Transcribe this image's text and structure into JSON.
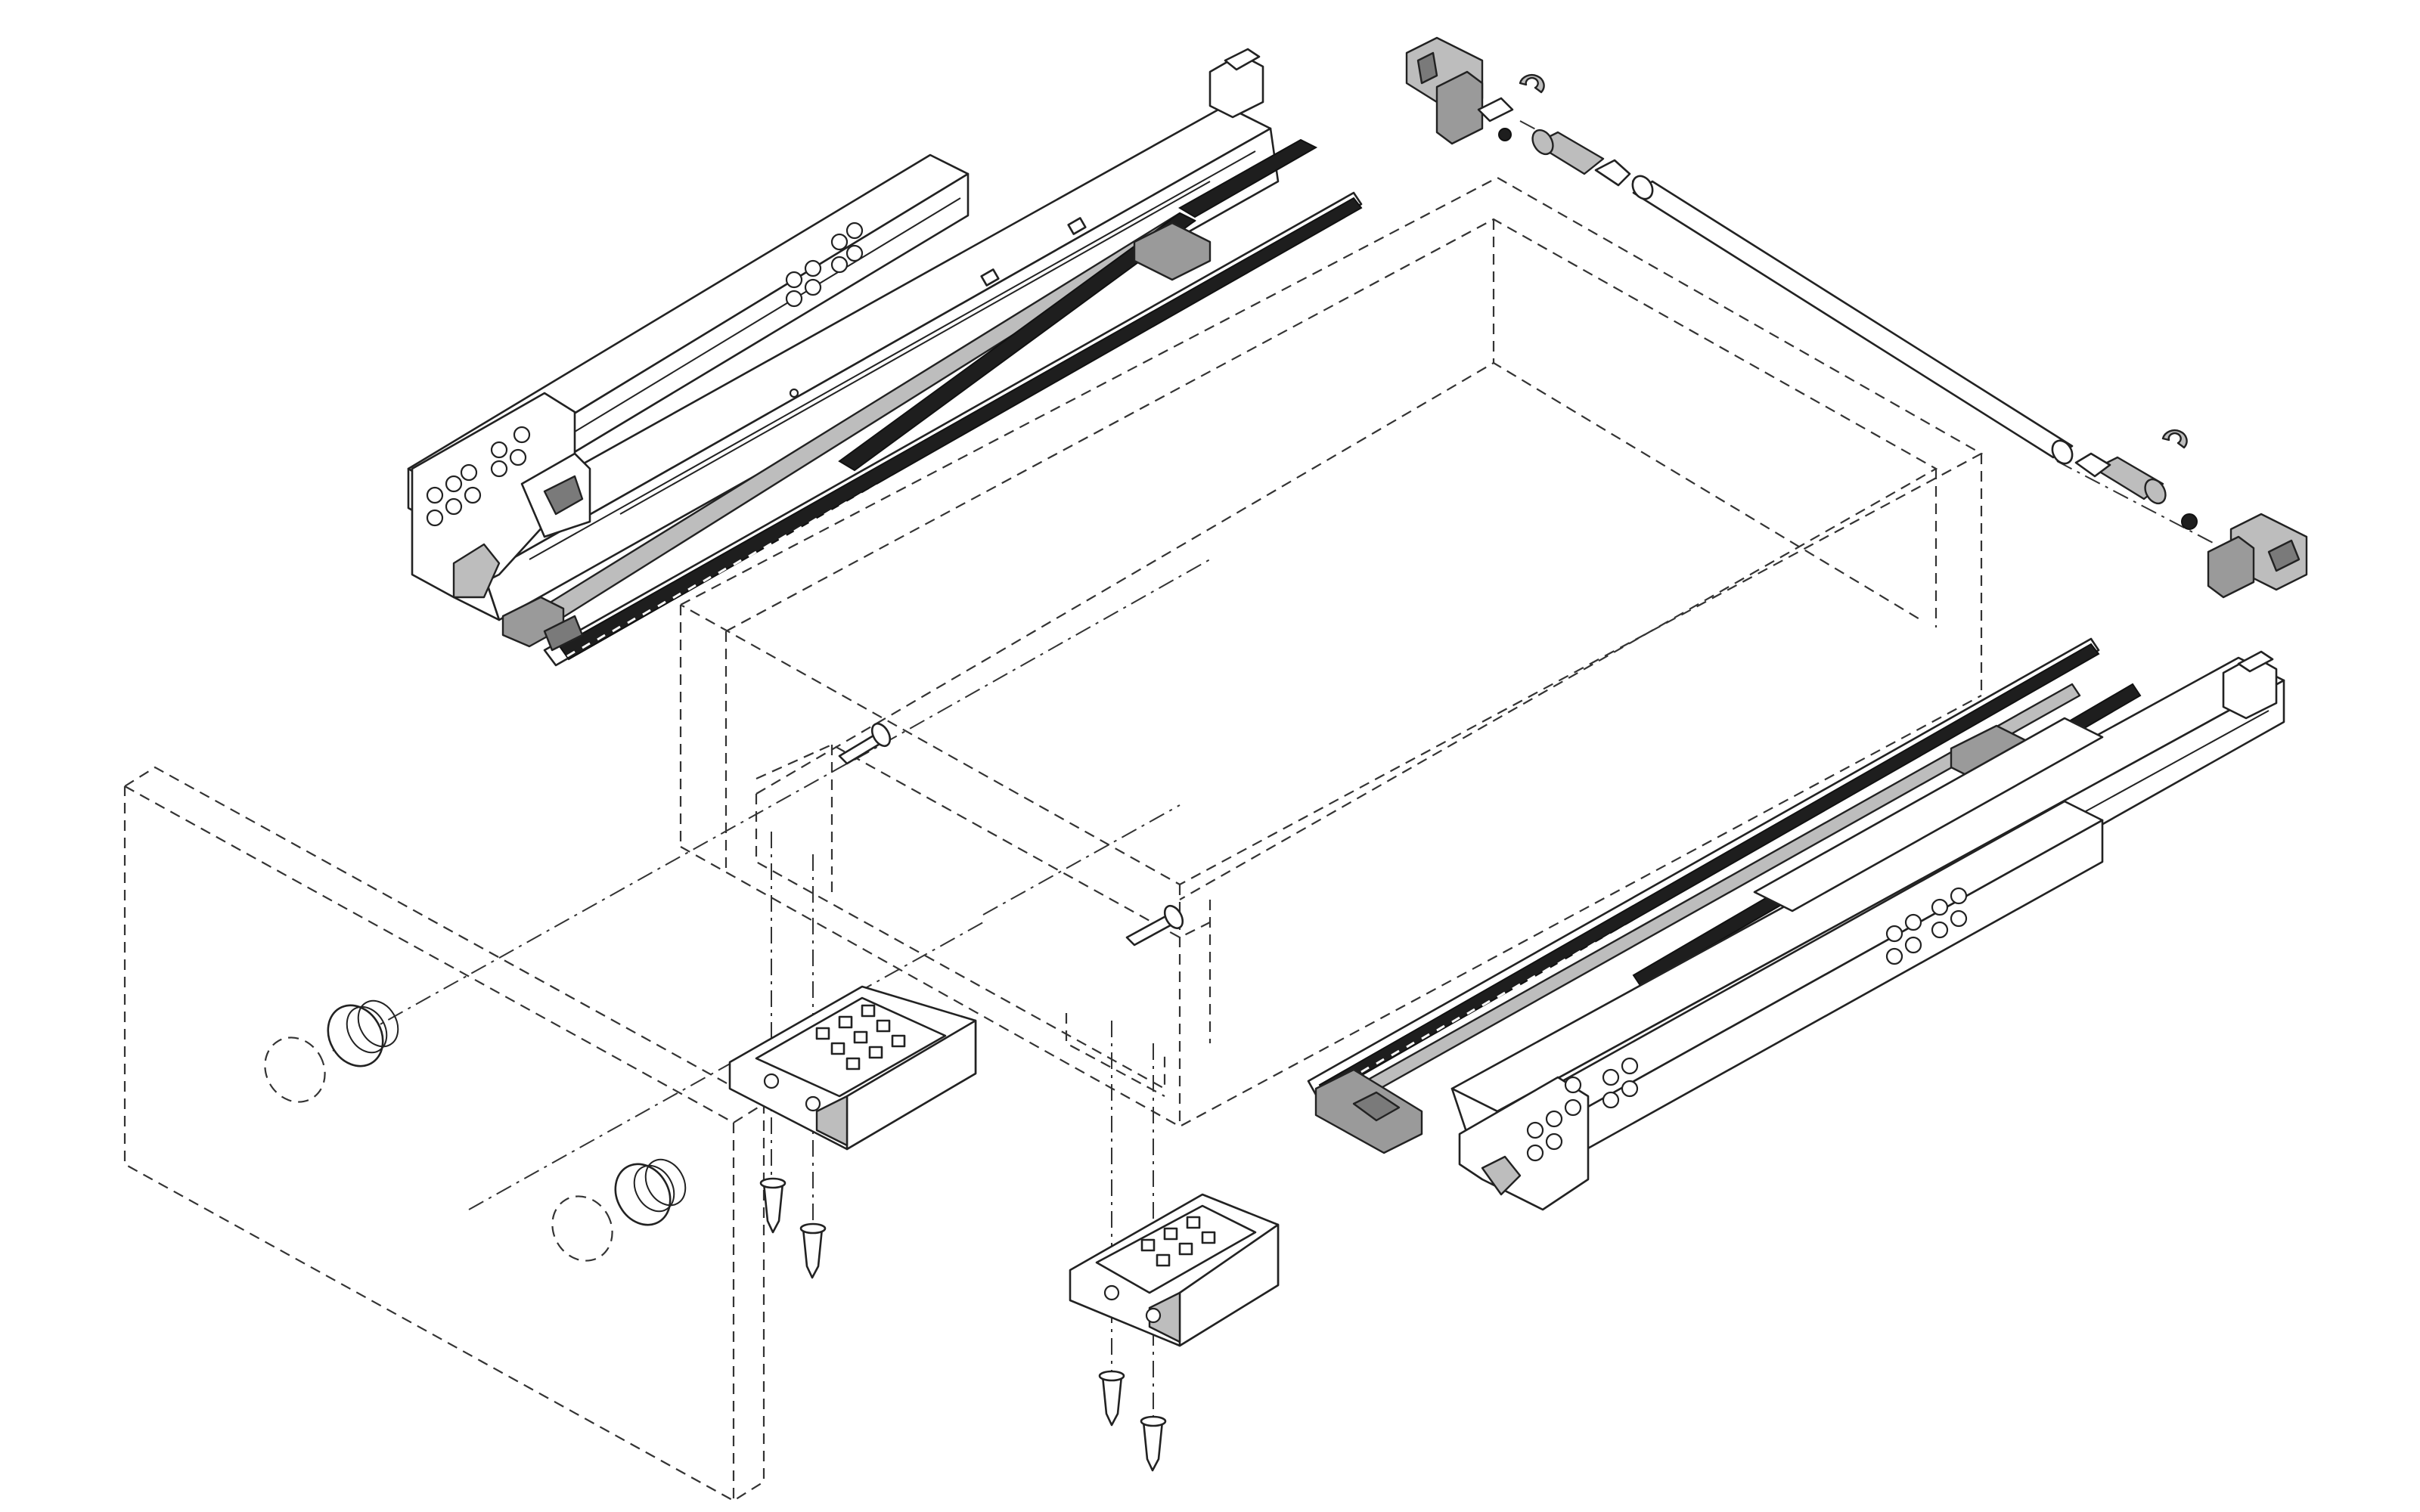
{
  "diagram": {
    "parts": [
      {
        "name": "left-runner",
        "icon": "drawer-runner-icon"
      },
      {
        "name": "left-gear-rack",
        "icon": "gear-rack-icon"
      },
      {
        "name": "right-runner",
        "icon": "drawer-runner-icon"
      },
      {
        "name": "right-gear-rack",
        "icon": "gear-rack-icon"
      },
      {
        "name": "synchronisation-rod",
        "icon": "rod-icon"
      },
      {
        "name": "rod-end-bracket",
        "icon": "bracket-icon"
      },
      {
        "name": "locking-device",
        "icon": "locking-device-icon"
      },
      {
        "name": "cabinet-front-panel",
        "icon": "panel-outline-icon"
      },
      {
        "name": "drawer-box",
        "icon": "box-outline-icon"
      },
      {
        "name": "fixing-screw",
        "icon": "screw-icon"
      },
      {
        "name": "dowel",
        "icon": "dowel-icon"
      }
    ],
    "colors": {
      "line": "#222222",
      "dark_fill": "#1e1e1e",
      "grey_fill": "#7a7a7a",
      "light_grey_fill": "#bdbdbd",
      "background": "#ffffff"
    }
  }
}
